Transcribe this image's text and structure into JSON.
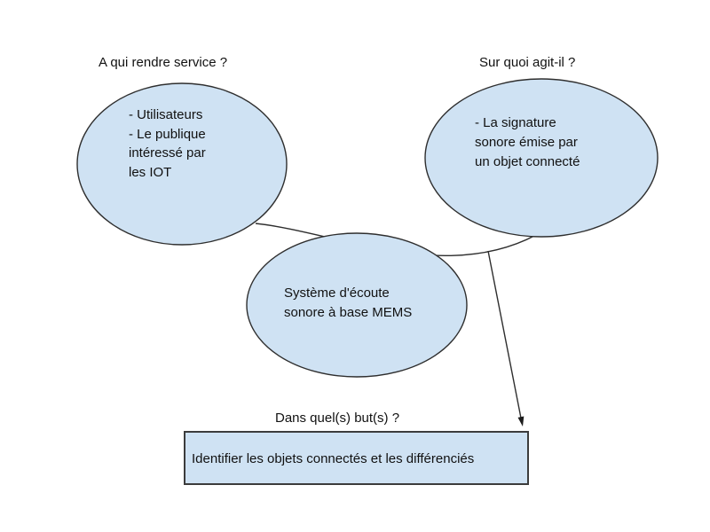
{
  "colors": {
    "shape_fill": "#cfe2f3",
    "shape_stroke": "#2e2e2e",
    "rect_stroke": "#3c3c3c",
    "text": "#111111",
    "background": "#ffffff"
  },
  "diagram": {
    "question_who": "A qui rendre service ?",
    "question_what": "Sur quoi agit-il ?",
    "question_goal": "Dans quel(s) but(s) ?",
    "ellipse_stakeholders": {
      "text": "- Utilisateurs\n- Le publique\nintéressé par\nles IOT"
    },
    "ellipse_subject": {
      "text": "- La signature\nsonore émise par\nun objet connecté"
    },
    "ellipse_system": {
      "text": "Système d'écoute\nsonore à base MEMS"
    },
    "goal_box": {
      "text": "Identifier les objets connectés et les différenciés"
    }
  }
}
